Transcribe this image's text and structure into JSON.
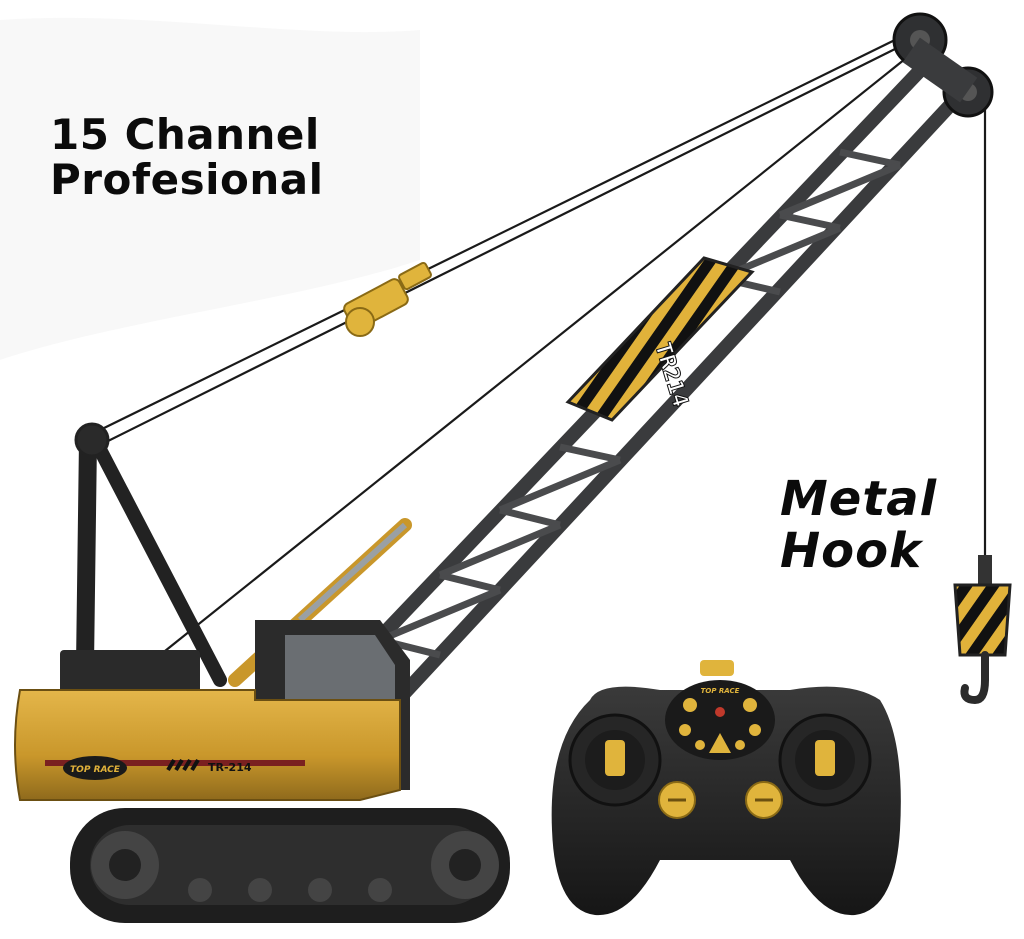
{
  "captions": {
    "channel_line1": "15 Channel",
    "channel_line2": "Profesional",
    "hook_line1": "Metal",
    "hook_line2": "Hook"
  },
  "product": {
    "boom_label": "TR214",
    "body_model": "TR-214",
    "brand_logo": "TOP RACE"
  },
  "colors": {
    "crane_yellow": "#d8a731",
    "boom_gray": "#3a3b3d",
    "track_black": "#1e1e1e",
    "stripe_black": "#111111"
  }
}
